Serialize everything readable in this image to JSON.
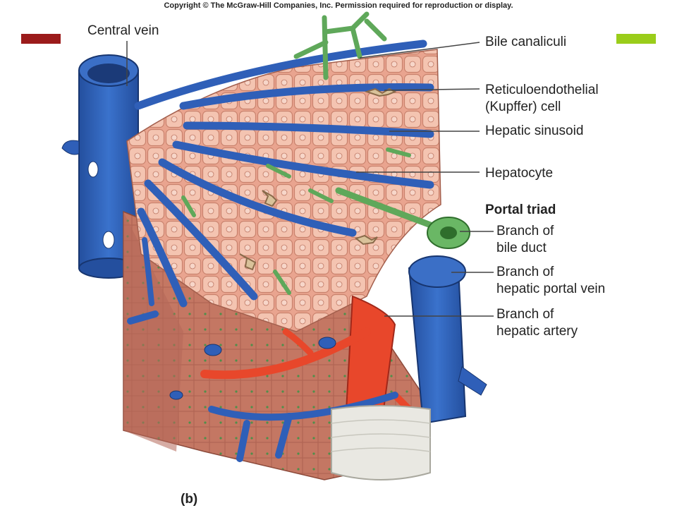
{
  "copyright": "Copyright © The McGraw-Hill Companies, Inc. Permission required for reproduction or display.",
  "colors": {
    "vein": "#2f5fb8",
    "vein_dark": "#1d3f86",
    "artery": "#e8472b",
    "bile": "#5fa85a",
    "hepatocyte": "#f1b7a2",
    "tissue": "#c97a66",
    "accent_left": "#9b1b1b",
    "accent_right": "#9acd1a"
  },
  "labels": {
    "central_vein": "Central vein",
    "bile_canaliculi": "Bile canaliculi",
    "kupffer": "Reticuloendothelial\n(Kupffer) cell",
    "sinusoid": "Hepatic sinusoid",
    "hepatocyte": "Hepatocyte",
    "portal_triad": "Portal triad",
    "bile_duct": "Branch of\nbile duct",
    "portal_vein": "Branch of\nhepatic portal vein",
    "hepatic_artery": "Branch of\nhepatic artery",
    "figure": "(b)"
  }
}
